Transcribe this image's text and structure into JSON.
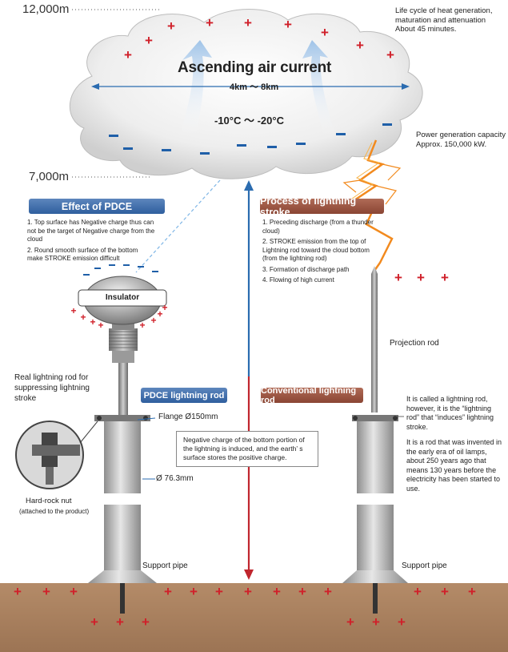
{
  "altitudes": {
    "top": "12,000m",
    "mid": "7,000m"
  },
  "cloud": {
    "title": "Ascending air current",
    "width": "4km 〜 8km",
    "temperature": "-10°C 〜 -20°C"
  },
  "life_cycle": {
    "line1": "Life cycle of heat generation,",
    "line2": "maturation and attenuation",
    "line3": "About 45 minutes."
  },
  "power": {
    "line1": "Power generation capacity",
    "line2": "Approx. 150,000 kW."
  },
  "effect": {
    "title": "Effect of PDCE",
    "items": [
      "1.  Top surface has Negative charge thus can not be the target of Negative charge from the cloud",
      "2.  Round smooth surface of the bottom make STROKE emission difficult"
    ]
  },
  "process": {
    "title": "Process of lightning stroke",
    "items": [
      "1. Preceding discharge (from a thunder cloud)",
      "2. STROKE emission from the top of Lightning rod toward the cloud bottom (from the lightning rod)",
      "3. Formation of discharge path",
      "4. Flowing of high current"
    ]
  },
  "labels": {
    "insulator": "Insulator",
    "real_rod": "Real lightning rod for suppressing lightning stroke",
    "pdce_rod": "PDCE lightning rod",
    "conventional_rod": "Conventional lightning rod",
    "flange": "Flange  Ø150mm",
    "diameter": "Ø 76.3mm",
    "nut": "Hard-rock nut",
    "nut_note": "(attached to the product)",
    "support_left": "Support pipe",
    "support_right": "Support pipe",
    "projection": "Projection rod"
  },
  "note_box": "Negative charge of the bottom portion of the lightning is induced, and the earth’ s surface stores the positive charge.",
  "conventional_text": {
    "p1": "It is called a lightning rod, however, it is the “lightning rod” that “induces” lightning stroke.",
    "p2": "It is a rod that was invented in the early era of oil lamps, about 250 years ago that means 130 years before the electricity has been started to use."
  },
  "colors": {
    "plus": "#d0202a",
    "minus": "#1f5fa8",
    "ground": "#a67c5b",
    "blue_banner": "#3c6aa8",
    "brown_banner": "#9a5340"
  },
  "symbols": {
    "plus": "+",
    "minus": "–"
  }
}
